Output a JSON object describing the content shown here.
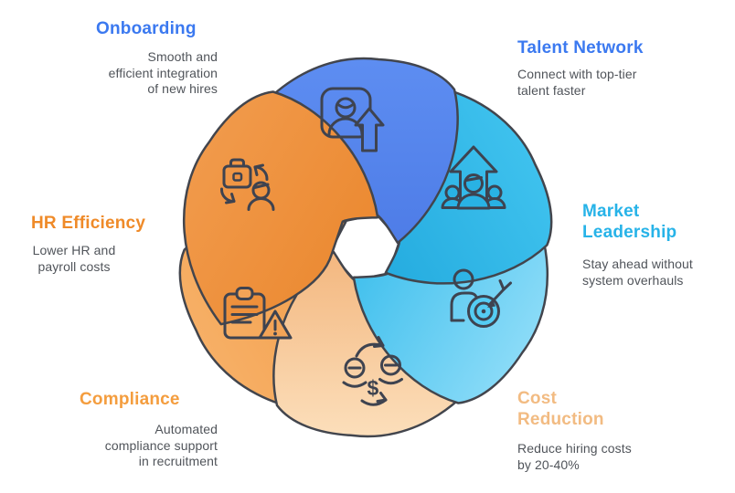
{
  "canvas": {
    "background": "#ffffff",
    "outline_color": "#42454d",
    "description_color": "#50545a"
  },
  "diagram": {
    "type": "segmented-cycle",
    "center_hole": "hexagon",
    "segment_count": 6
  },
  "segments": [
    {
      "id": "onboarding",
      "label": "Onboarding",
      "description": "Smooth and\nefficient integration\nof new hires",
      "label_color": "#3b79f0",
      "icon": "person-card-upload-icon",
      "petal_gradient": [
        "#5e8ef2",
        "#4a78e4"
      ]
    },
    {
      "id": "talent-network",
      "label": "Talent Network",
      "description": "Connect with top-tier\ntalent faster",
      "label_color": "#3b79f0",
      "icon": "team-growth-arrow-icon",
      "petal_gradient": [
        "#3fc2ee",
        "#1fa7dc"
      ]
    },
    {
      "id": "market-leadership",
      "label": "Market\nLeadership",
      "description": "Stay ahead without\nsystem overhauls",
      "label_color": "#27b3e8",
      "icon": "person-target-dart-icon",
      "petal_gradient": [
        "#8ddcf8",
        "#31baeb"
      ]
    },
    {
      "id": "cost-reduction",
      "label": "Cost\nReduction",
      "description": "Reduce hiring costs\nby 20-40%",
      "label_color": "#f2bb82",
      "icon": "headcount-dollar-icon",
      "petal_gradient": [
        "#fce0bd",
        "#f1ad70"
      ]
    },
    {
      "id": "compliance",
      "label": "Compliance",
      "description": "Automated\ncompliance support\nin recruitment",
      "label_color": "#f49d3e",
      "icon": "clipboard-warning-icon",
      "petal_gradient": [
        "#f7b067",
        "#f0973f"
      ]
    },
    {
      "id": "hr-efficiency",
      "label": "HR Efficiency",
      "description": "Lower HR and\npayroll costs",
      "label_color": "#ef8a28",
      "icon": "briefcase-person-cycle-icon",
      "petal_gradient": [
        "#f19a4b",
        "#ea862c"
      ]
    }
  ]
}
